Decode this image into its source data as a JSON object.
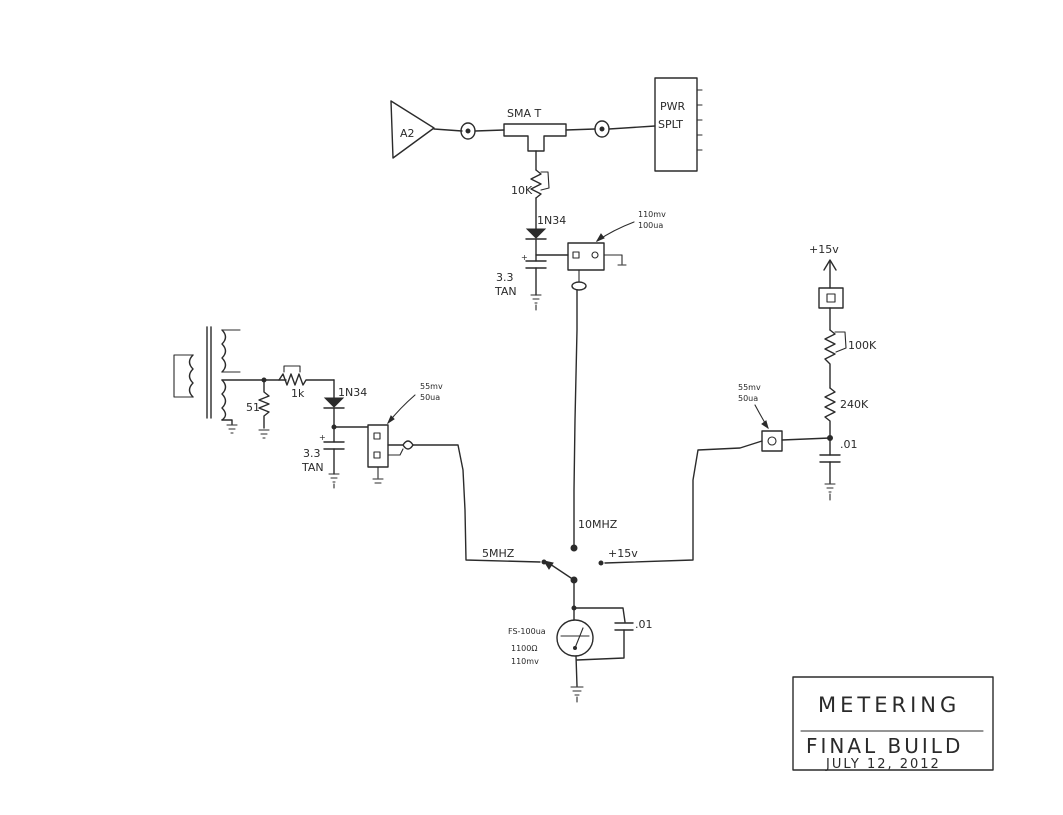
{
  "labels": {
    "amp": "A2",
    "tee": "SMA T",
    "splitter_line1": "PWR",
    "splitter_line2": "SPLT",
    "r_top": "10K",
    "d_top": "1N34",
    "cap_top_value": "3.3",
    "cap_top_type": "TAN",
    "meter_top_mv": "110mv",
    "meter_top_ua": "100ua",
    "r_left_shunt": "51",
    "r_left_series": "1k",
    "d_left": "1N34",
    "cap_left_value": "3.3",
    "cap_left_type": "TAN",
    "meter_left_mv": "55mv",
    "meter_left_ua": "50ua",
    "supply": "+15v",
    "r_right_top": "100K",
    "r_right_bottom": "240K",
    "cap_right": ".01",
    "meter_right_mv": "55mv",
    "meter_right_ua": "50ua",
    "switch_pos_10mhz": "10MHZ",
    "switch_pos_5mhz": "5MHZ",
    "switch_pos_15v": "+15v",
    "meter_model": "FS-100ua",
    "meter_res": "1100Ω",
    "meter_mv": "110mv",
    "meter_cap": ".01"
  },
  "title_block": {
    "title": "METERING",
    "subtitle": "FINAL BUILD",
    "date": "JULY 12, 2012"
  }
}
